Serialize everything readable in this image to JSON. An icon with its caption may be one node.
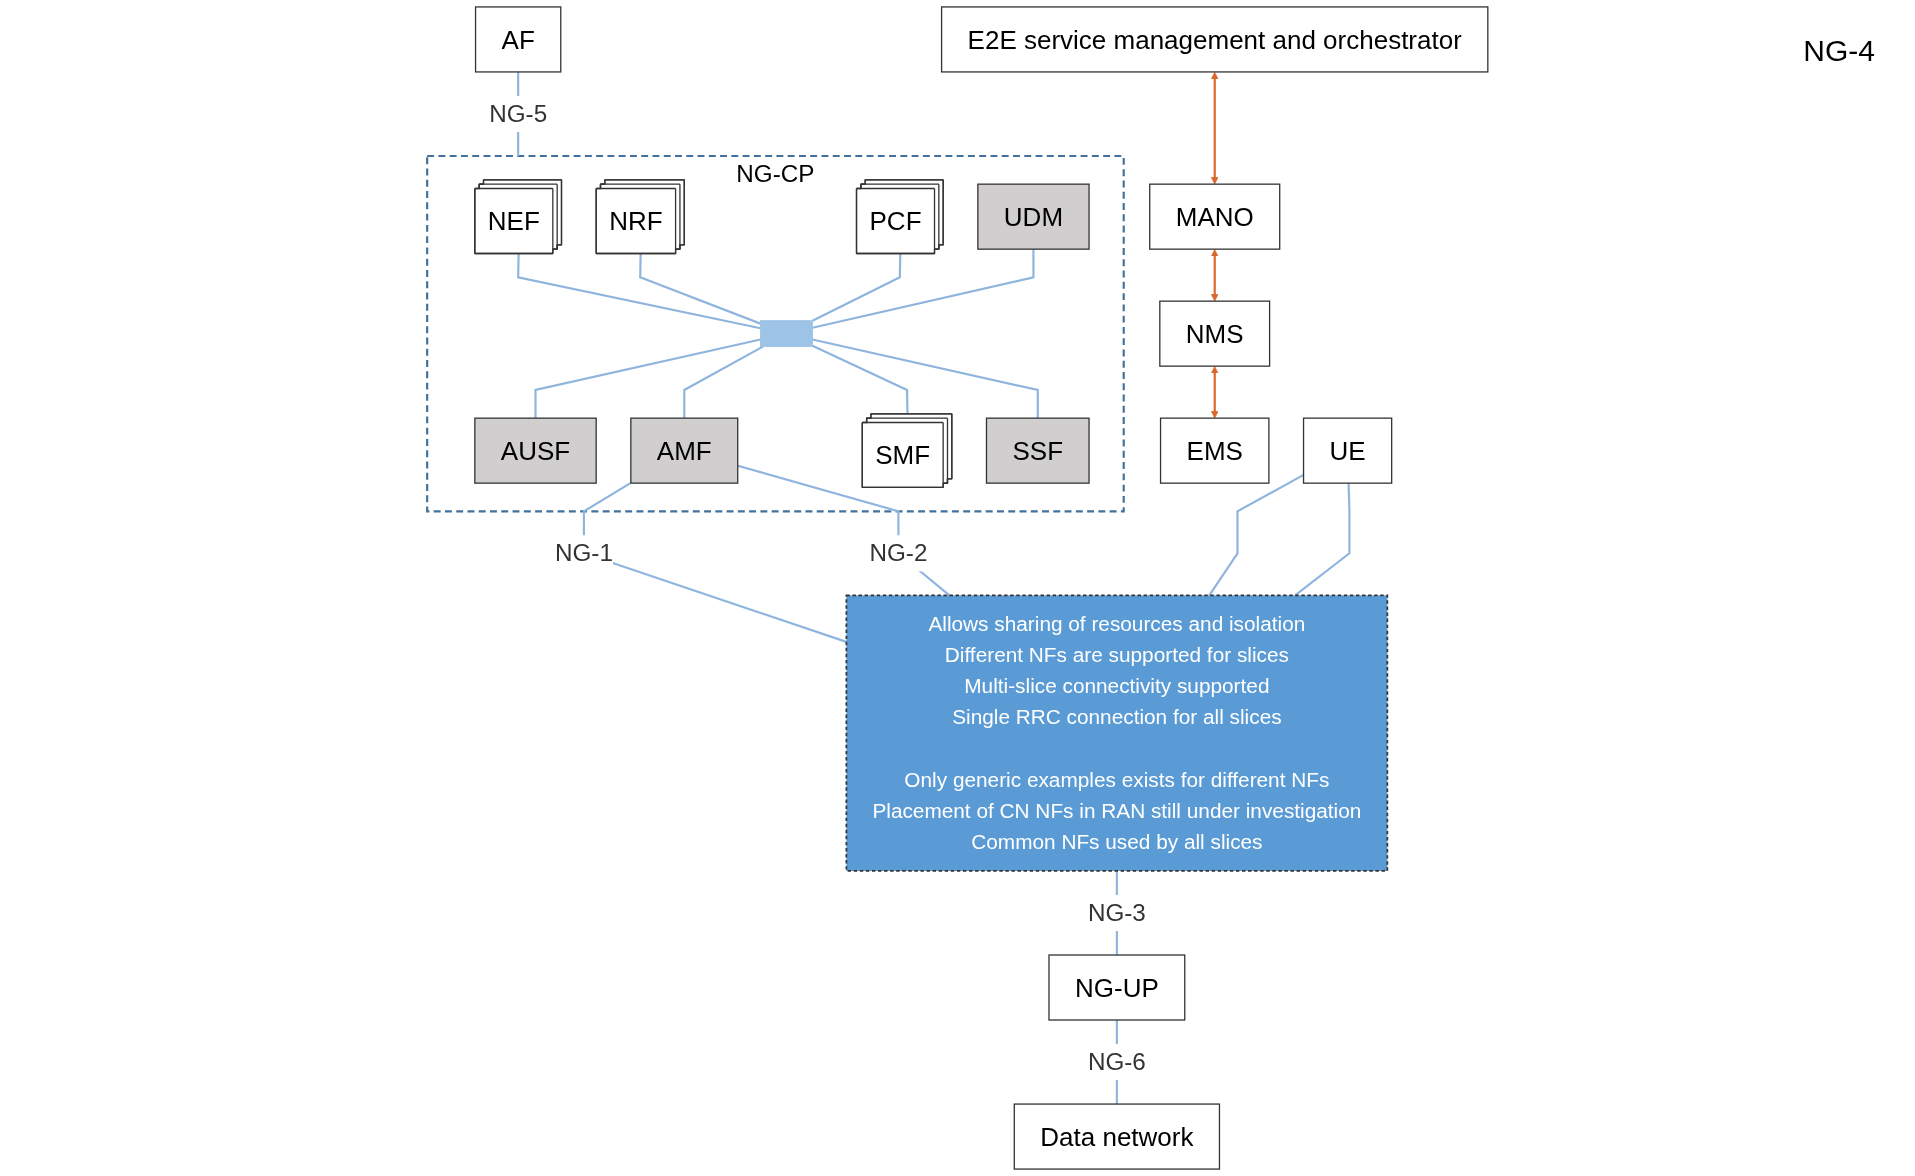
{
  "diagram": {
    "nodes": [
      {
        "text": [
          "AF"
        ]
      },
      {
        "text": [
          "NG-CP"
        ]
      },
      {
        "text": [
          "NEF"
        ],
        "in": 1
      },
      {
        "text": [
          "NRF"
        ],
        "in": 1
      },
      {
        "text": [
          "PCF"
        ],
        "in": 1
      },
      {
        "text": [
          "UDM"
        ],
        "in": 1
      },
      {
        "text": [],
        "shape": "bar",
        "in": 1
      },
      {
        "text": [
          "AUSF"
        ],
        "in": 1
      },
      {
        "text": [
          "AMF"
        ],
        "in": 1
      },
      {
        "text": [
          "SMF"
        ],
        "in": 1
      },
      {
        "text": [
          "SSF"
        ],
        "in": 1
      },
      {
        "text": [
          "E2E service management and orchestrator"
        ]
      },
      {
        "text": [
          "MANO"
        ]
      },
      {
        "text": [
          "NMS"
        ]
      },
      {
        "text": [
          "EMS"
        ]
      },
      {
        "text": [
          "Allows sharing of resources and isolation",
          "Different NFs are supported for slices",
          "Multi-slice connectivity supported",
          "Single RRC connection for all slices",
          "Only generic examples exists for different NFs",
          "Placement of CN NFs in RAN still under investigation",
          "Common NFs used by all slices"
        ]
      },
      {
        "text": [
          "UE"
        ]
      },
      {
        "text": [
          "NG-UP"
        ]
      },
      {
        "text": [
          "Data network"
        ]
      }
    ],
    "edges": [
      {
        "from": 0,
        "to": 1,
        "arrow": "none",
        "label": "NG-5"
      },
      {
        "from": 2,
        "to": 6,
        "arrow": "none"
      },
      {
        "from": 3,
        "to": 6,
        "arrow": "none"
      },
      {
        "from": 4,
        "to": 6,
        "arrow": "none"
      },
      {
        "from": 5,
        "to": 6,
        "arrow": "none"
      },
      {
        "from": 6,
        "to": 7,
        "arrow": "none"
      },
      {
        "from": 6,
        "to": 8,
        "arrow": "none"
      },
      {
        "from": 6,
        "to": 9,
        "arrow": "none"
      },
      {
        "from": 6,
        "to": 10,
        "arrow": "none"
      },
      {
        "from": 8,
        "to": 15,
        "arrow": "none",
        "label": "NG-1"
      },
      {
        "from": 8,
        "to": 15,
        "arrow": "none",
        "label": "NG-2"
      },
      {
        "from": 16,
        "to": 15,
        "arrow": "none"
      },
      {
        "from": 16,
        "to": 15,
        "arrow": "none"
      },
      {
        "from": 15,
        "to": 17,
        "arrow": "none",
        "label": "NG-3"
      },
      {
        "from": 17,
        "to": 18,
        "arrow": "none",
        "label": "NG-6"
      },
      {
        "from": 11,
        "to": 12,
        "arrow": "both",
        "color": "#d9672b"
      },
      {
        "from": 12,
        "to": 13,
        "arrow": "both",
        "color": "#d9672b"
      },
      {
        "from": 13,
        "to": 14,
        "arrow": "both",
        "color": "#d9672b"
      }
    ],
    "labels": [
      "NG-4"
    ]
  }
}
